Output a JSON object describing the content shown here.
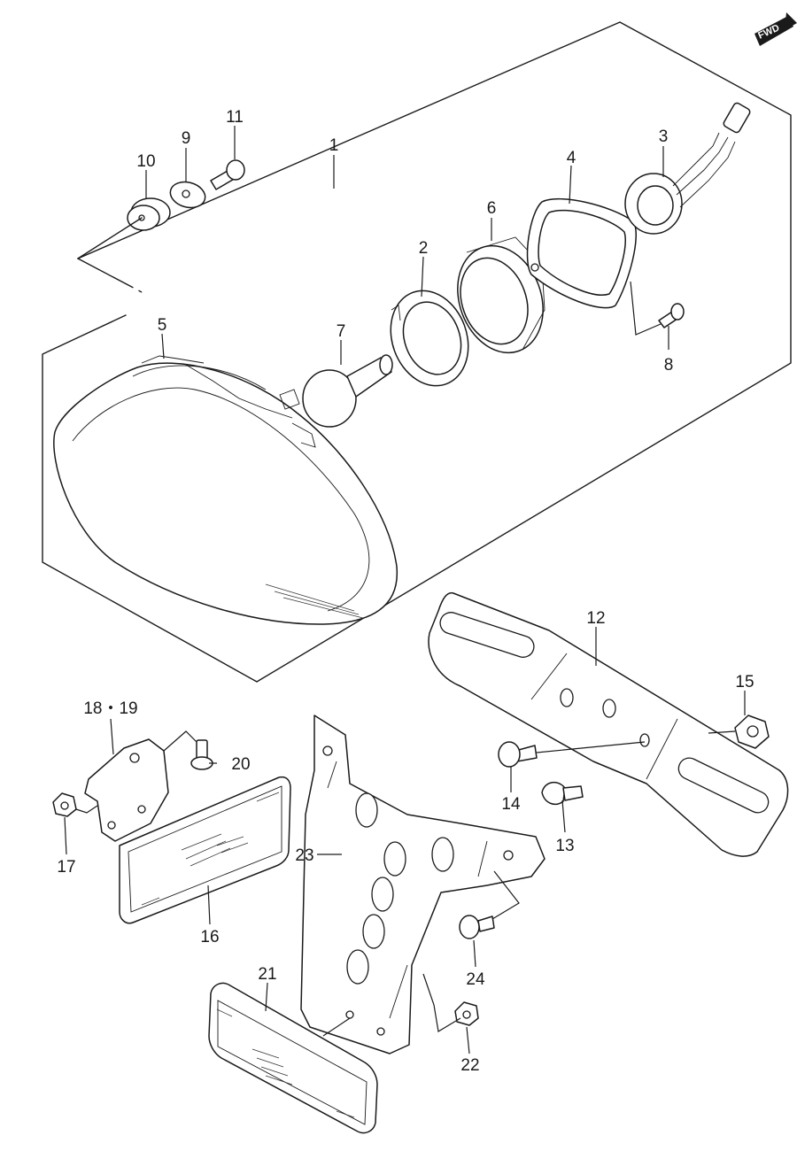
{
  "badge": {
    "fwd": "FWD"
  },
  "callouts": {
    "c1": "1",
    "c2": "2",
    "c3": "3",
    "c4": "4",
    "c5": "5",
    "c6": "6",
    "c7": "7",
    "c8": "8",
    "c9": "9",
    "c10": "10",
    "c11": "11",
    "c12": "12",
    "c13": "13",
    "c14": "14",
    "c15": "15",
    "c16": "16",
    "c17": "17",
    "c18_19": "18・19",
    "c20": "20",
    "c21": "21",
    "c22": "22",
    "c23": "23",
    "c24": "24"
  }
}
